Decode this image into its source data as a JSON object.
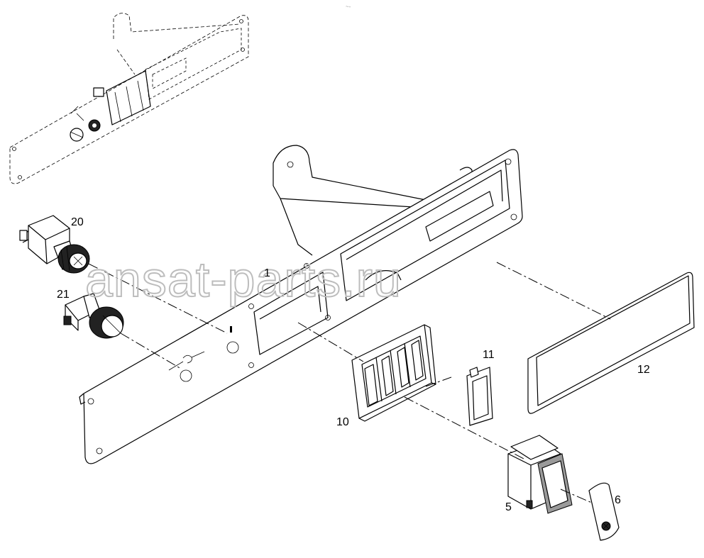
{
  "watermark": "ansat-parts.ru",
  "header_mark": "~-",
  "callouts": [
    {
      "id": "1",
      "text": "1"
    },
    {
      "id": "5",
      "text": "5"
    },
    {
      "id": "6",
      "text": "6"
    },
    {
      "id": "10",
      "text": "10"
    },
    {
      "id": "11",
      "text": "11"
    },
    {
      "id": "12",
      "text": "12"
    },
    {
      "id": "20",
      "text": "20"
    },
    {
      "id": "21",
      "text": "21"
    }
  ]
}
